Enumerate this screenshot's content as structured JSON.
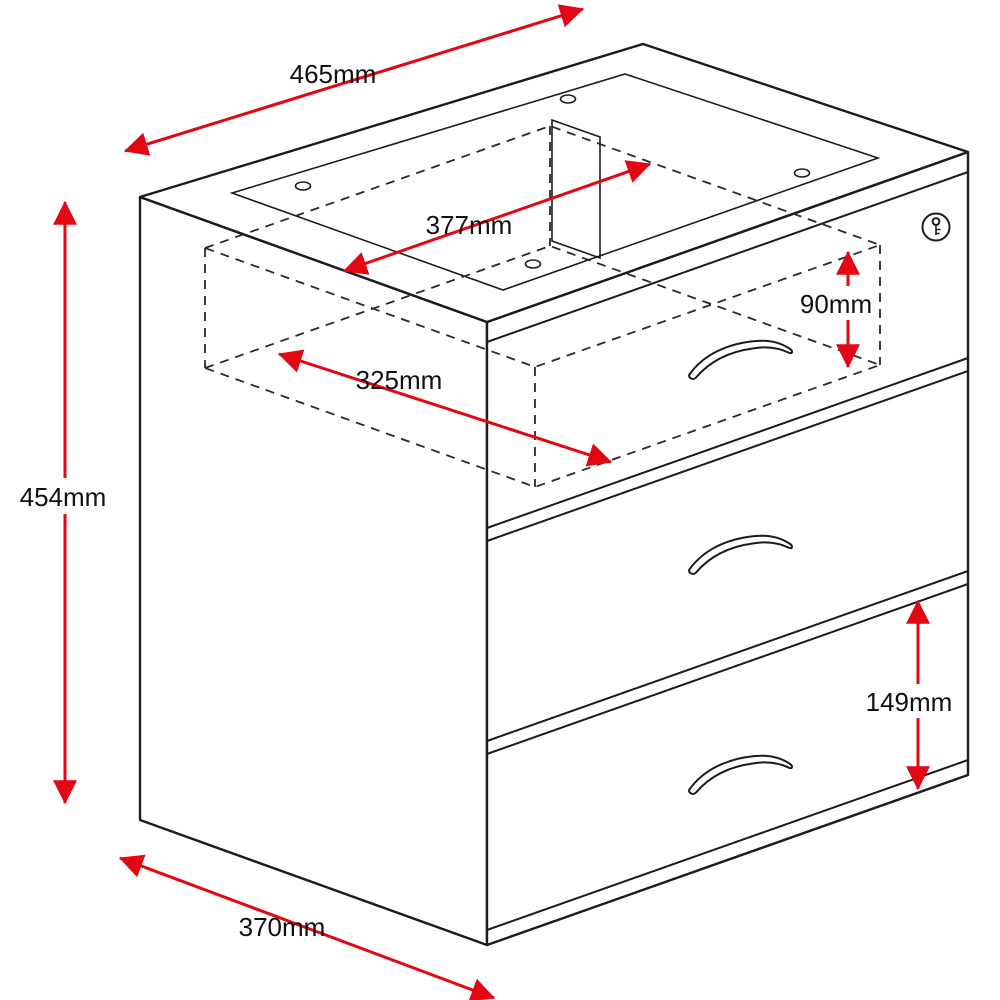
{
  "diagram": {
    "type": "technical-drawing",
    "colors": {
      "line": "#1c1c1c",
      "dimension_arrow": "#e30613",
      "background": "#ffffff"
    },
    "icons": {
      "lock-icon": "circle-with-keyhole"
    },
    "dimensions": {
      "top_width": "465mm",
      "inner_width": "377mm",
      "drawer_box_height": "90mm",
      "drawer_box_depth": "325mm",
      "overall_height": "454mm",
      "bottom_drawer_height": "149mm",
      "overall_depth": "370mm"
    }
  }
}
